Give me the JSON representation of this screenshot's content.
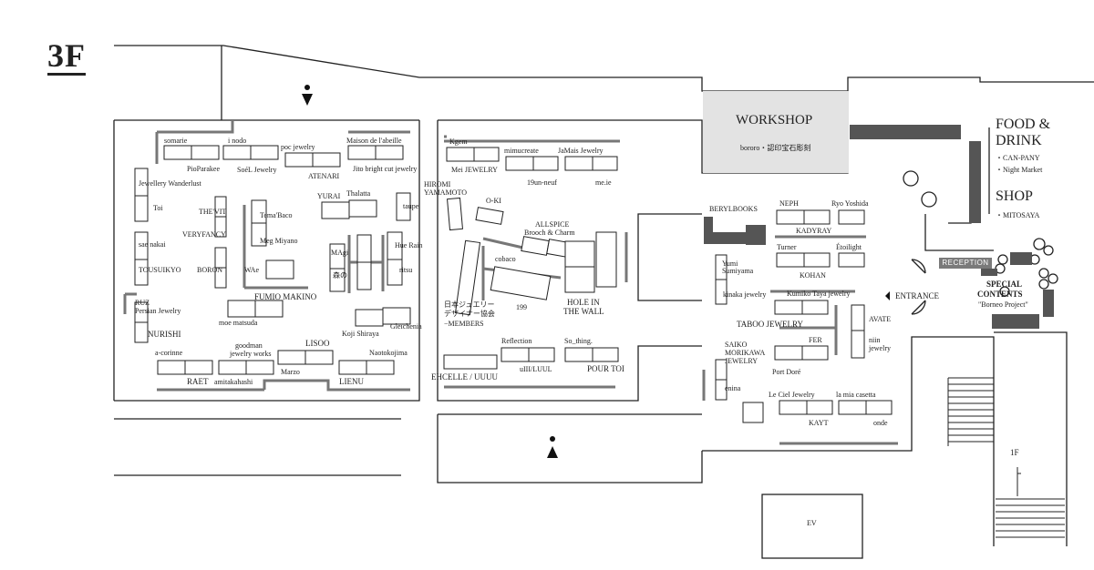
{
  "floor": "3F",
  "areas": {
    "workshop": "WORKSHOP",
    "workshop_sub": "bororo・認印宝石彫刻",
    "food_drink_1": "FOOD &",
    "food_drink_2": "DRINK",
    "food_item_1": "・CAN-PANY",
    "food_item_2": "・Night Market",
    "shop": "SHOP",
    "shop_item_1": "・MITOSAYA",
    "reception": "RECEPTION",
    "special_1": "SPECIAL",
    "special_2": "CONTENTS",
    "special_3": "\"Borneo Project\"",
    "entrance": "ENTRANCE",
    "ev": "EV",
    "floor_1f": "1F"
  },
  "shops": {
    "somarie": "somarie",
    "inodo": "i nodo",
    "poc": "poc jewelry",
    "maison": "Maison de l'abeille",
    "pioparakee": "PioParakee",
    "soel": "SoéL Jewelry",
    "atenari": "ATENARI",
    "jito": "Jito bright cut jewelry",
    "wanderlust": "Jewellery Wanderlust",
    "toi": "Toi",
    "thevit": "THE'VIT",
    "veryfancy": "VERYFANCY",
    "temabaco": "Tema'Baco",
    "megmiyano": "Meg Miyano",
    "yurai": "YURAI",
    "thalatta": "Thalatta",
    "taupe": "taupe",
    "saenakai": "sae nakai",
    "tousuikyo": "TOUSUIKYO",
    "boron": "BORON",
    "wae": "WAe",
    "magi": "MAgi",
    "morino": "森の",
    "huerain": "Hue Rain",
    "ritsu": "ritsu",
    "fumio": "FUMIO MAKINO",
    "ruz1": "RUZ",
    "ruz2": "Persian Jewelry",
    "moe": "moe matsuda",
    "kojishiraya": "Koji Shiraya",
    "gleichenia": "Gleichenia",
    "nurishi": "NURISHI",
    "acorinne": "a-corinne",
    "goodman1": "goodman",
    "goodman2": "jewelry works",
    "lisoo": "LISOO",
    "naotokojima": "Naotokojima",
    "raet": "RAET",
    "amitakahashi": "amitakahashi",
    "marzo": "Marzo",
    "lienu": "LIENU",
    "kgem": "Kgem",
    "mimucreate": "mimucreate",
    "jamais": "JaMais Jewelry",
    "mei": "Mei JEWELRY",
    "19un": "19un-neuf",
    "meie": "me.ie",
    "hiromi1": "HIROMI",
    "hiromi2": "YAMAMOTO",
    "oki": "O-KI",
    "allspice1": "ALLSPICE",
    "allspice2": "Brooch & Charm",
    "cobaco": "cobaco",
    "jja1": "日本ジュエリー",
    "jja2": "デザイナー協会",
    "jja3": "−MEMBERS",
    "s199": "199",
    "hole1": "HOLE IN",
    "hole2": "THE WALL",
    "reflection": "Reflection",
    "sothing": "So_thing.",
    "ehcelle": "EHCELLE / UUUU",
    "ulll": "uIII/LUUL",
    "pourtoi": "POUR TOI",
    "beryl": "BERYLBOOKS",
    "neph": "NEPH",
    "ryo": "Ryo Yoshida",
    "kadyray": "KADYRAY",
    "yumi1": "Yumi",
    "yumi2": "Sumiyama",
    "turner": "Turner",
    "etoilight": "Étoilight",
    "kohan": "KOHAN",
    "kinaka": "kinaka jewelry",
    "kumiko": "Kumiko Taya jewelry",
    "taboo": "TABOO JEWELRY",
    "avate": "AVATE",
    "saiko1": "SAIKO",
    "saiko2": "MORIKAWA",
    "saiko3": "JEWELRY",
    "fer": "FER",
    "niin1": "niin",
    "niin2": "jewelry",
    "portdore": "Port Doré",
    "enina": "enina",
    "leciel": "Le Ciel Jewelry",
    "lamia": "la mia casetta",
    "kayt": "KAYT",
    "onde": "onde"
  }
}
